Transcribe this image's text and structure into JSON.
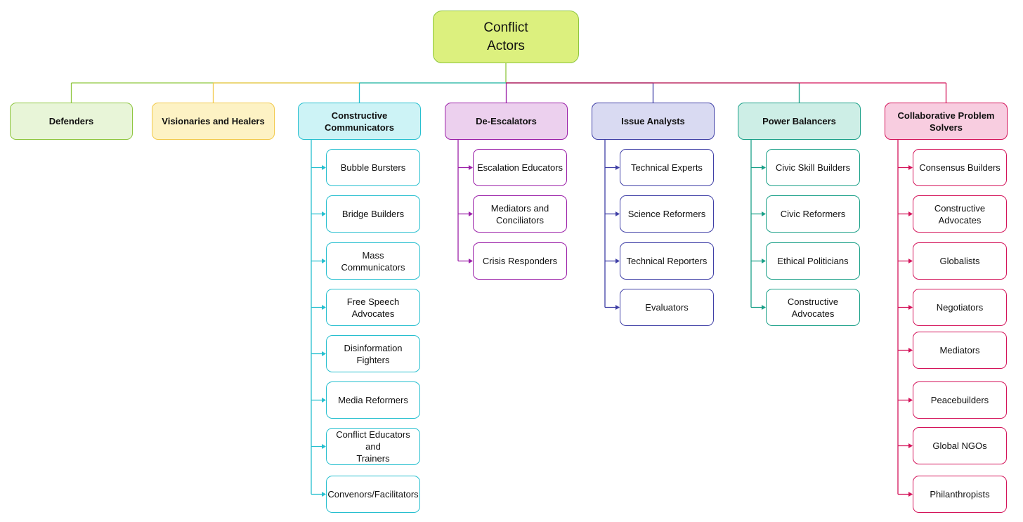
{
  "root": {
    "label": "Conflict\nActors",
    "fill": "#dcf07e",
    "stroke": "#8ec63f"
  },
  "categories": [
    {
      "label": "Defenders",
      "stroke": "#8ec63f",
      "fill": "#e8f5d8",
      "children": []
    },
    {
      "label": "Visionaries and Healers",
      "stroke": "#f2c94c",
      "fill": "#fdf2c4",
      "children": []
    },
    {
      "label": "Constructive\nCommunicators",
      "stroke": "#26bfcf",
      "fill": "#cdf3f6",
      "children": [
        "Bubble Bursters",
        "Bridge Builders",
        "Mass Communicators",
        "Free Speech\nAdvocates",
        "Disinformation\nFighters",
        "Media Reformers",
        "Conflict Educators and\nTrainers",
        "Convenors/Facilitators"
      ]
    },
    {
      "label": "De-Escalators",
      "stroke": "#9b1fa8",
      "fill": "#ecd0ee",
      "children": [
        "Escalation Educators",
        "Mediators and\nConciliators",
        "Crisis Responders"
      ]
    },
    {
      "label": "Issue Analysts",
      "stroke": "#3f3fa6",
      "fill": "#d9daf2",
      "children": [
        "Technical Experts",
        "Science Reformers",
        "Technical Reporters",
        "Evaluators"
      ]
    },
    {
      "label": "Power Balancers",
      "stroke": "#1aa088",
      "fill": "#cdeee6",
      "children": [
        "Civic Skill Builders",
        "Civic Reformers",
        "Ethical Politicians",
        "Constructive\nAdvocates"
      ]
    },
    {
      "label": "Collaborative Problem\nSolvers",
      "stroke": "#d4145a",
      "fill": "#f8cde0",
      "children": [
        "Consensus Builders",
        "Constructive\nAdvocates",
        "Globalists",
        "Negotiators",
        "Mediators",
        "Peacebuilders",
        "Global NGOs",
        "Philanthropists"
      ]
    }
  ]
}
